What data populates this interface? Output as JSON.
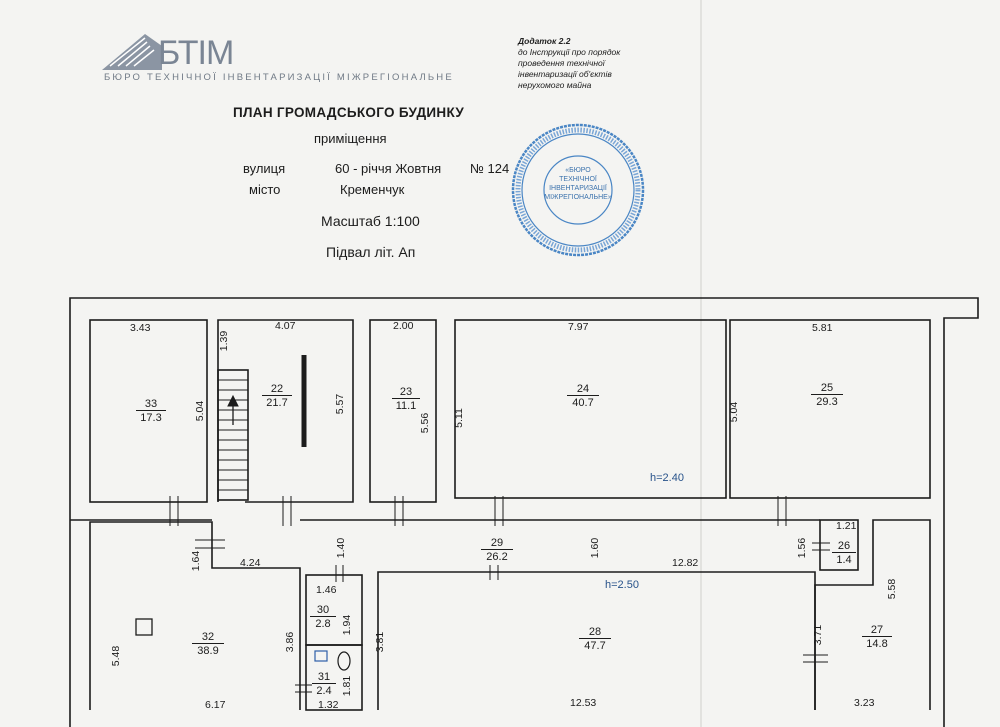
{
  "header": {
    "logo_mark": "БТІМ",
    "logo_text": "БЮРО ТЕХНІЧНОЇ ІНВЕНТАРИЗАЦІЇ МІЖРЕГІОНАЛЬНЕ"
  },
  "appendix": {
    "title": "Додаток 2.2",
    "line1": "до Інструкції про порядок",
    "line2": "проведення технічної",
    "line3": "інвентаризації об'єктів",
    "line4": "нерухомого майна"
  },
  "plan_info": {
    "title": "ПЛАН ГРОМАДСЬКОГО БУДИНКУ",
    "subtitle": "приміщення",
    "street_label": "вулиця",
    "street_value": "60 - річчя Жовтня",
    "number_value": "№ 124",
    "city_label": "місто",
    "city_value": "Кременчук",
    "scale": "Масштаб 1:100",
    "floor": "Підвал  літ. Ап"
  },
  "stamp": {
    "center_lines": [
      "«БЮРО",
      "ТЕХНІЧНОЇ",
      "ІНВЕНТАРИЗАЦІЇ",
      "МІЖРЕГІОНАЛЬНЕ»"
    ]
  },
  "rooms": [
    {
      "num": "33",
      "area": "17.3"
    },
    {
      "num": "22",
      "area": "21.7"
    },
    {
      "num": "23",
      "area": "11.1"
    },
    {
      "num": "24",
      "area": "40.7"
    },
    {
      "num": "25",
      "area": "29.3"
    },
    {
      "num": "29",
      "area": "26.2"
    },
    {
      "num": "26",
      "area": "1.4"
    },
    {
      "num": "30",
      "area": "2.8"
    },
    {
      "num": "32",
      "area": "38.9"
    },
    {
      "num": "31",
      "area": "2.4"
    },
    {
      "num": "28",
      "area": "47.7"
    },
    {
      "num": "27",
      "area": "14.8"
    }
  ],
  "heights": {
    "h1": "h=2.40",
    "h2": "h=2.50"
  },
  "dims": {
    "d343": "3.43",
    "d407": "4.07",
    "d200": "2.00",
    "d797": "7.97",
    "d581": "5.81",
    "d139": "1.39",
    "d504a": "5.04",
    "d557": "5.57",
    "d556": "5.56",
    "d511": "5.11",
    "d504b": "5.04",
    "d164": "1.64",
    "d424": "4.24",
    "d140": "1.40",
    "d160": "1.60",
    "d1282": "12.82",
    "d156": "1.56",
    "d121": "1.21",
    "d146": "1.46",
    "d194": "1.94",
    "d548": "5.48",
    "d386": "3.86",
    "d381": "3.81",
    "d371": "3.71",
    "d558": "5.58",
    "d181": "1.81",
    "d617": "6.17",
    "d132": "1.32",
    "d1253": "12.53",
    "d323": "3.23"
  }
}
